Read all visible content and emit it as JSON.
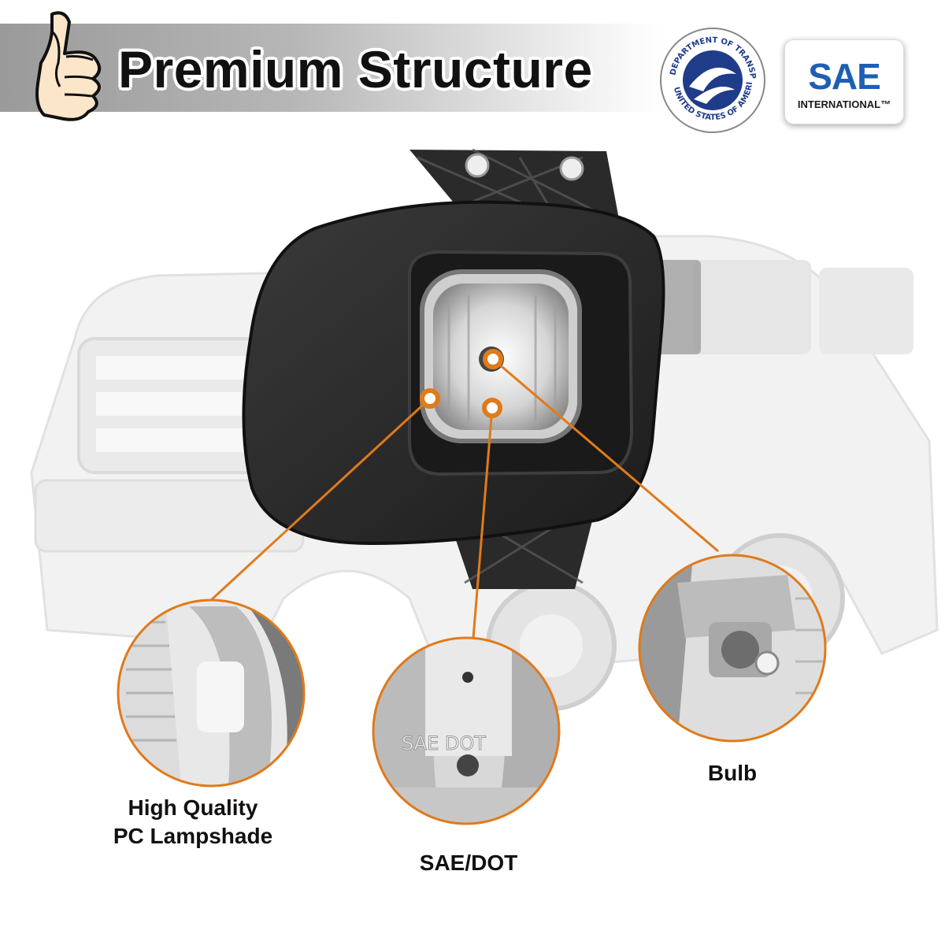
{
  "banner": {
    "title": "Premium Structure",
    "thumb_icon": "thumbs-up-hand-icon"
  },
  "certifications": {
    "dot_seal_icon": "dot-seal-icon",
    "dot_seal_text": "DEPARTMENT OF TRANSPORTATION · UNITED STATES OF AMERICA",
    "sae_logo_icon": "sae-logo-icon",
    "sae_mark": "SAE",
    "sae_sub": "INTERNATIONAL"
  },
  "callouts": {
    "lampshade": "High Quality\nPC Lampshade",
    "lampshade_line1": "High Quality",
    "lampshade_line2": "PC Lampshade",
    "sae_dot": "SAE/DOT",
    "bulb": "Bulb",
    "embossed": "SAE DOT"
  },
  "colors": {
    "accent": "#e07a1a",
    "housing": "#2b2b2b",
    "banner": "#a6a6a6"
  }
}
